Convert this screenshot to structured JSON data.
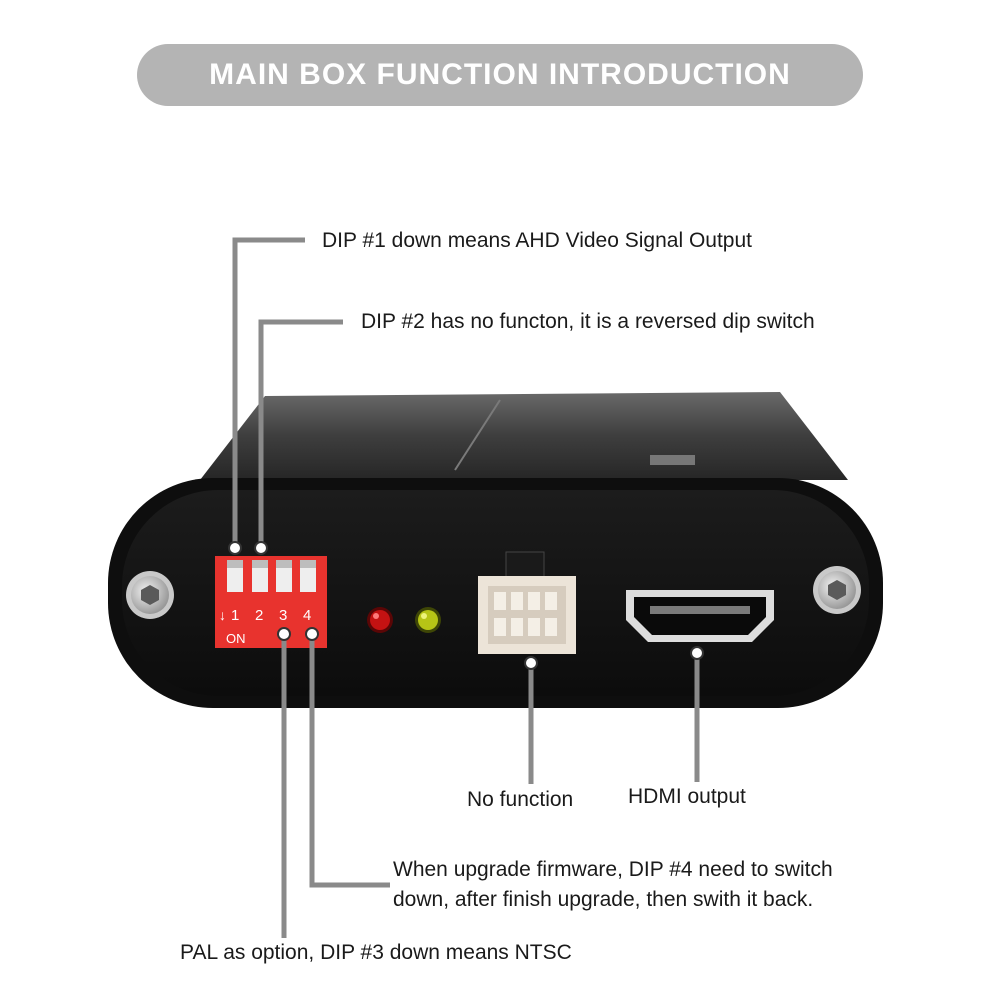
{
  "title": "MAIN BOX FUNCTION INTRODUCTION",
  "dip_labels": [
    "1",
    "2",
    "3",
    "4"
  ],
  "dip_on_label": "ON",
  "callouts": {
    "dip1": "DIP #1 down means AHD Video Signal Output",
    "dip2": "DIP #2 has no functon, it is a reversed dip switch",
    "no_function": "No function",
    "hdmi": "HDMI output",
    "dip4_line1": "When upgrade firmware, DIP #4 need to switch",
    "dip4_line2": "down, after finish upgrade, then swith it back.",
    "dip3": "PAL as option, DIP #3 down means NTSC"
  },
  "colors": {
    "title_bg": "#b4b4b4",
    "leader": "#8a8a8a",
    "dip_red": "#e8332e",
    "led_red": "#c41212",
    "led_yellow": "#b6c416"
  }
}
